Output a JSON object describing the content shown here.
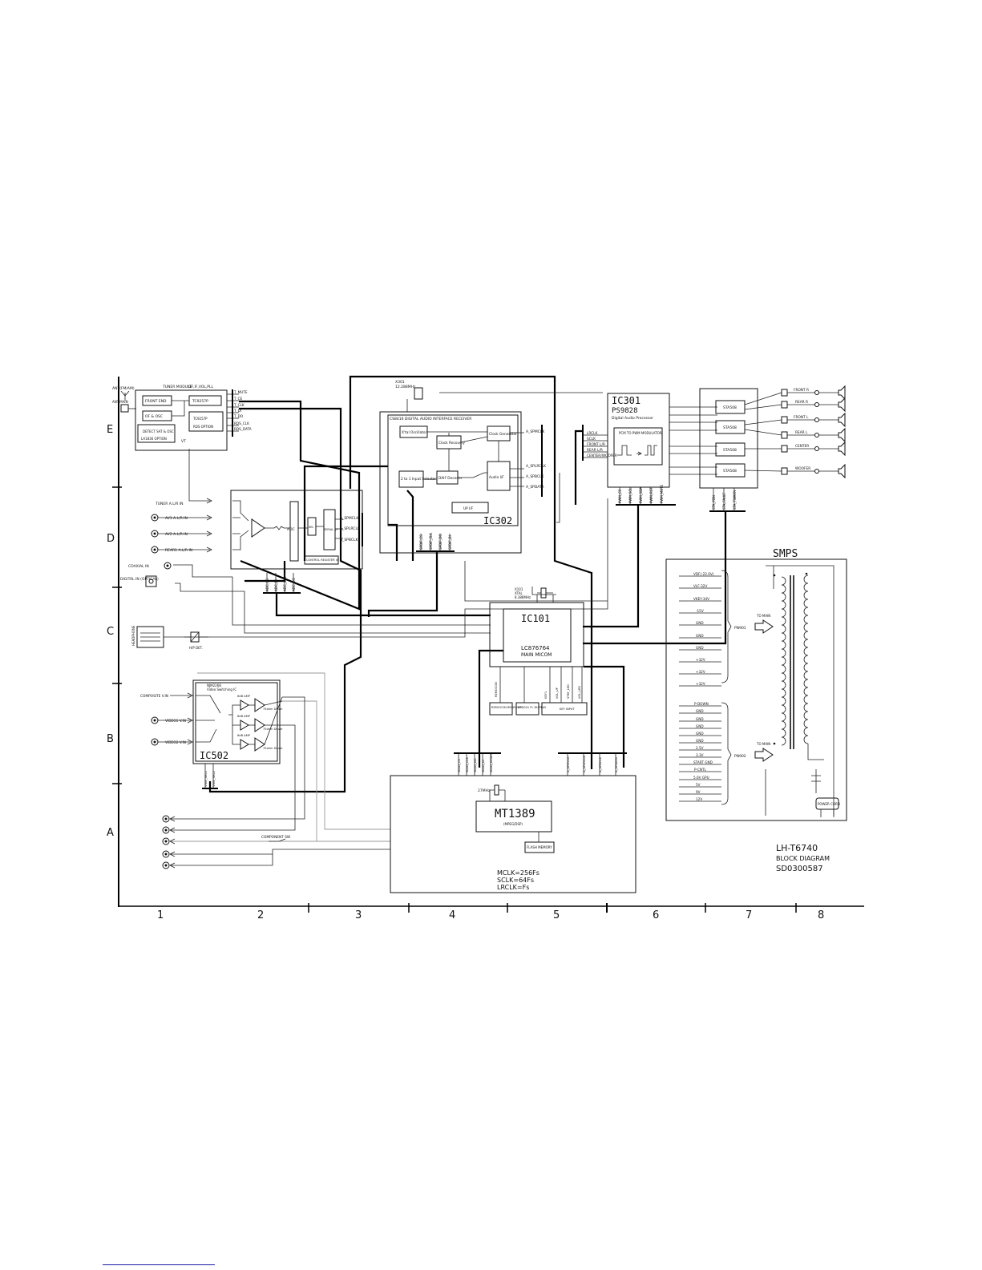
{
  "page": {
    "title": "LH-T6740",
    "subtitle": "BLOCK DIAGRAM",
    "doc_no": "SD0300587"
  },
  "grid": {
    "rows": [
      "E",
      "D",
      "C",
      "B",
      "A"
    ],
    "cols": [
      "1",
      "2",
      "3",
      "4",
      "5",
      "6",
      "7",
      "8"
    ]
  },
  "tuner": {
    "ant_fm": "ANT(FM/AM)",
    "ant_label": "ANT-MAIN",
    "title": "TUNER MODULE",
    "pll": "DF,IF,VOL,PLL",
    "front_end": "FRONT END",
    "if_osc": "OF & OSC",
    "rds": "DETECT SAT & OSC",
    "option": "LA1836 OPTION",
    "rds_opt": "RDS OPTION",
    "ic": "TC9257P",
    "vt": "VT",
    "outs": [
      "T_MUTE",
      "T_CE",
      "T_CLK",
      "T_DI",
      "T_DO",
      "RDS_CLK",
      "RDS_DATA"
    ]
  },
  "ic302": {
    "name": "IC302",
    "desc": "CS8416 DIGITAL AUDIO INTERFACE RECEIVER",
    "xtal_osc": "X'tal Oscillator",
    "clock_recovery": "Clock Recovery",
    "clock_gen": "Clock Generator",
    "input_sel": "2 to 1 Input Selector",
    "aes_decoder": "DAIF Decoder",
    "audio_if": "Audio I/F",
    "up_if": "UP I/F",
    "outs": [
      "A_SPMCLK",
      "A_SPLRCLK",
      "A_SPBCLK",
      "A_SPDATA"
    ],
    "bus": [
      "SPDIF_CS",
      "SPDIF_CLK",
      "SPDIF_DO",
      "SPDIF_DI"
    ]
  },
  "xtal": {
    "name": "X301",
    "freq": "12.288MHz"
  },
  "adc": {
    "inputs": [
      "TUNER A.L/R IN",
      "AV1 A.L/R IN",
      "AV2 A.L/R IN",
      "REAR1 A.L/R IN"
    ],
    "adc": "ADC",
    "ctrl": "CONTROL REGISTER I/F",
    "outs": [
      "A_SPMCLK",
      "A_SPLRCLK",
      "A_SPBCLK"
    ],
    "bus": [
      "ADC_CS",
      "ADC_DI",
      "ADC_CLK",
      "ADC_DO"
    ],
    "sel": "SEL",
    "serial": "SERIAL I/F"
  },
  "digital_in": {
    "coaxial": "COAXIAL IN",
    "optical": "DIGITAL IN (OPTICAL)"
  },
  "headphone": {
    "label": "HEADPHONE",
    "amp": "H/P DET."
  },
  "ic301": {
    "name": "IC301",
    "part": "PS9828",
    "desc": "Digital Audio Processor",
    "mod": "PCM TO PWM MODULATOR",
    "ins": [
      "LRCLK",
      "SCLK",
      "FRONT L/R",
      "REAR L/R",
      "CENTER/WOOFER"
    ],
    "bus": [
      "PWM_CS",
      "PWM_SCL",
      "PWM_SDA",
      "PWM_RST",
      "PWM_MUTE"
    ]
  },
  "amps": {
    "parts": [
      "STA508",
      "STA508",
      "STA508",
      "STA508"
    ],
    "speakers": [
      "FRONT R",
      "REAR R",
      "FRONT L",
      "REAR L",
      "CENTER",
      "WOOFER"
    ],
    "bus": [
      "STA_PDN",
      "STA_FAULT",
      "STA_TWARN"
    ]
  },
  "smps": {
    "title": "SMPS",
    "group1": [
      "VDF(-22.0V)",
      "VLF-32V",
      "VKEY-34V",
      "-15V",
      "GND",
      "GND",
      "GND",
      "+32V",
      "+32V",
      "+32V"
    ],
    "group2": [
      "P-DOWN",
      "GND",
      "GND",
      "GND",
      "GND",
      "GND",
      "2.5V",
      "3.3V",
      "START GND",
      "P-CNTL",
      "5.6V GPU",
      "5V",
      "9V",
      "12V"
    ],
    "pn901": "PN901",
    "pn902": "PN902",
    "to_main": "TO MAIN",
    "power_cord": "POWER CORD"
  },
  "ic101": {
    "name": "IC101",
    "part": "LC876764",
    "desc": "MAIN MICOM",
    "xtal": "X101",
    "xtal_lbl": "XTAL",
    "xtal_freq": "8.388MHz",
    "remocon": "REMOCON RECEIVER",
    "vfd": "VFD001 FL DISPLAY",
    "key": "KEY INPUT",
    "remocon_sig": "REMOCON",
    "key_sigs": [
      "KEY1",
      "VOL_UP",
      "STBY_LED",
      "VOL_LED"
    ]
  },
  "ic502": {
    "name": "IC502",
    "part": "NJM2268",
    "desc": "Video Switching IC",
    "ins": [
      "COMPOSITE V.IN",
      "VIDEO1 V.IN",
      "VIDEO2 V.IN"
    ],
    "amps": [
      "6dB AMP",
      "6dB AMP",
      "6dB AMP"
    ],
    "drivers": [
      "75ohm Driver",
      "75ohm Driver",
      "75ohm Driver"
    ],
    "bus": [
      "VSW_SEL1",
      "VSW_SEL2"
    ]
  },
  "mt1389": {
    "name": "MT1389",
    "desc": "(MPEG/DSP)",
    "xtal": "27MHz",
    "flash": "FLASH MEMORY",
    "clk1": "MCLK=256Fs",
    "clk2": "SCLK=64Fs",
    "clk3": "LRCLK=Fs",
    "bus_left": [
      "MAIN_CS",
      "MAIN_CLK",
      "MAIN_DO",
      "MAIN_DI",
      "MAIN_RESET"
    ],
    "bus_right": [
      "A_SPMCLK",
      "A_SPLRCLK",
      "A_SPBCLK",
      "A_SPDATA"
    ]
  },
  "component": {
    "sw": "COMPONENT SW"
  }
}
